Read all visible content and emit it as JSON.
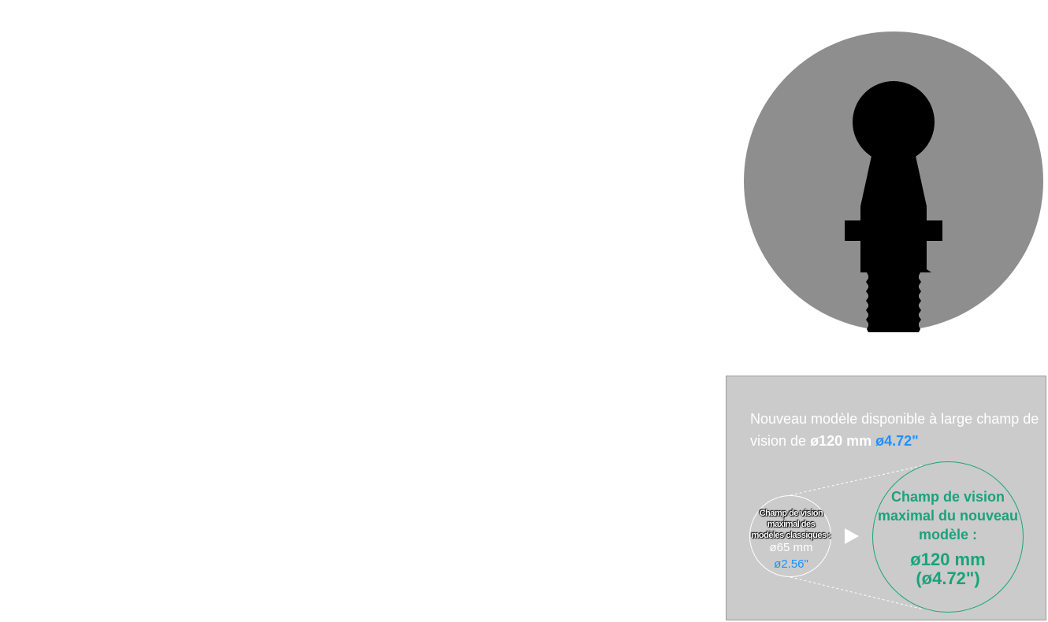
{
  "product_photo": {
    "icon": "ball-mount-icon",
    "background_color": "#8e8e8e",
    "silhouette_color": "#000000"
  },
  "info_panel": {
    "headline_text": "Nouveau modèle disponible à large champ de vision de",
    "headline_value_mm": "ø120 mm",
    "headline_value_in": "ø4.72\"",
    "classic_caption": "Champ de vision maximal des modèles classiques :",
    "classic_value_mm": "ø65 mm",
    "classic_value_in": "ø2.56\"",
    "new_caption": "Champ de vision maximal du nouveau modèle :",
    "new_value_mm": "ø120 mm",
    "new_value_in": "(ø4.72\")",
    "arrow_icon": "play-arrow-icon",
    "colors": {
      "panel_bg": "#cbcbcb",
      "accent_blue": "#1e90ff",
      "accent_green": "#1aa37a",
      "text_white": "#ffffff"
    }
  }
}
